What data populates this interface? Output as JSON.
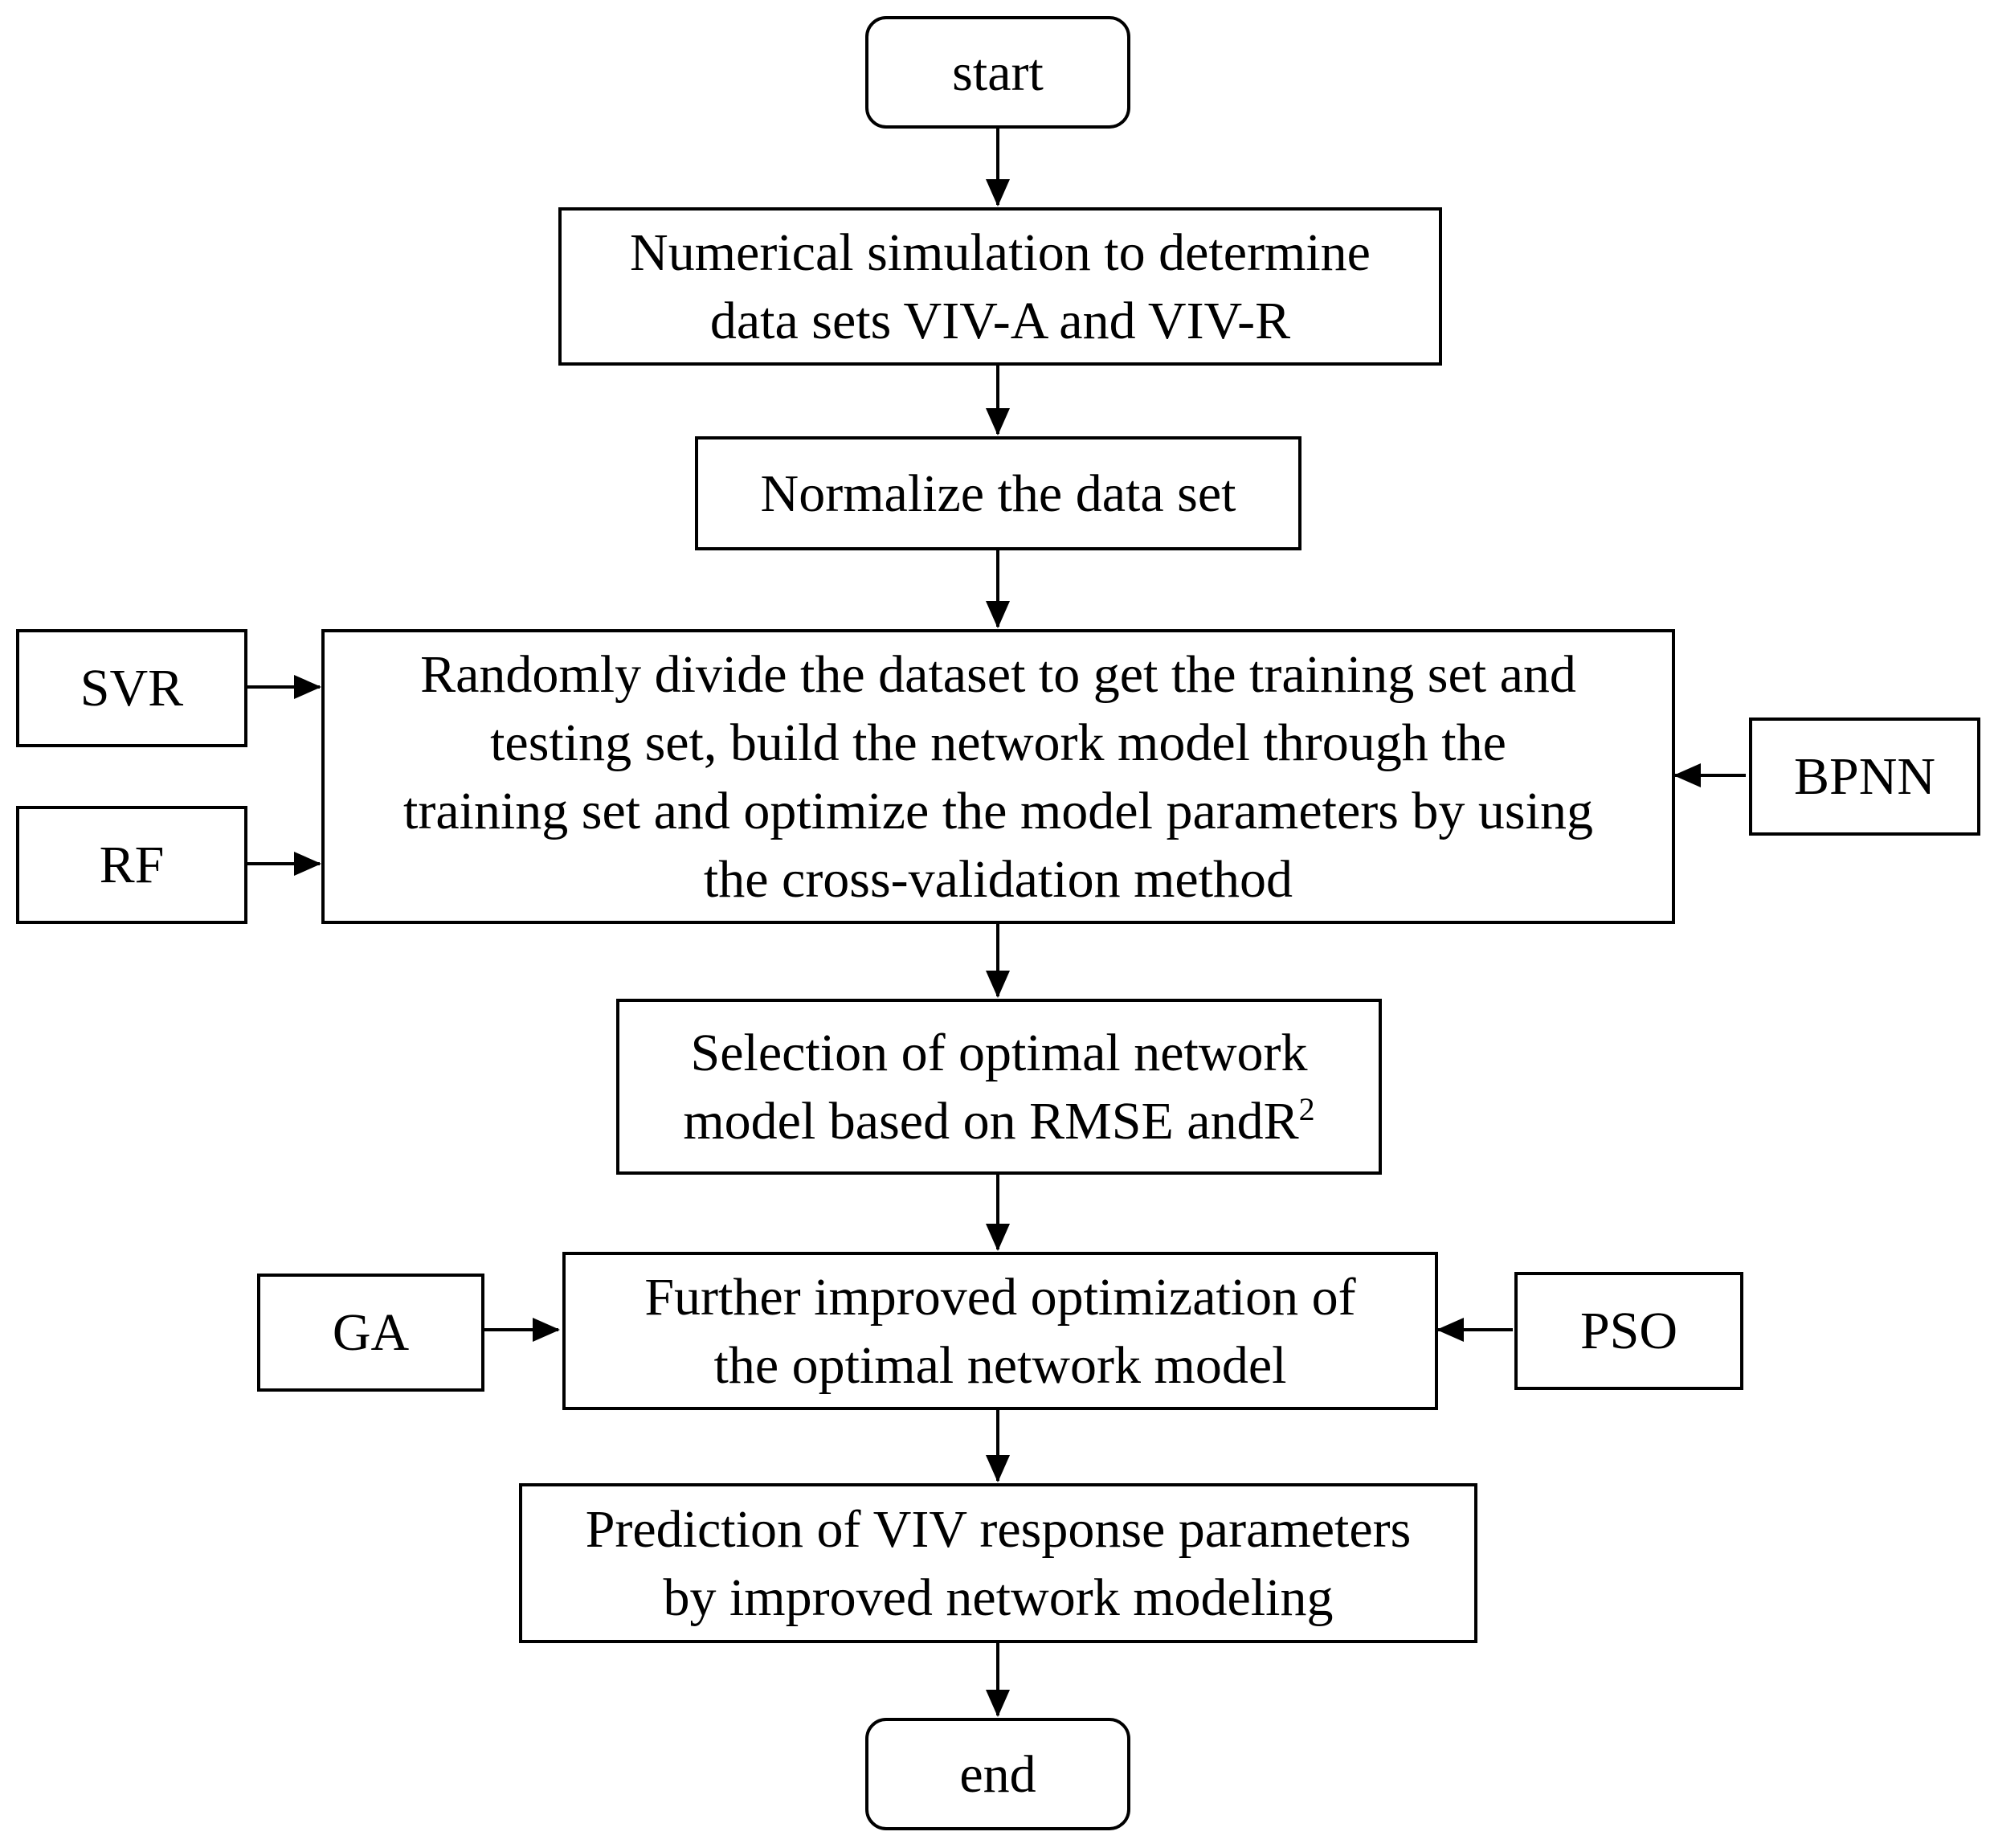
{
  "diagram": {
    "nodes": {
      "start": "start",
      "simulate": {
        "line1": "Numerical simulation to determine",
        "line2": "data sets VIV-A and VIV-R"
      },
      "normalize": "Normalize the data set",
      "divide": {
        "line1": "Randomly divide the dataset to get the training set and",
        "line2": "testing set, build the network model through the",
        "line3": "training set and optimize the model parameters by using",
        "line4": "the cross-validation method"
      },
      "svr": "SVR",
      "rf": "RF",
      "bpnn": "BPNN",
      "select": {
        "line1": "Selection of optimal network",
        "line2": "model based on RMSE andR",
        "sup": "2"
      },
      "improve": {
        "line1": "Further improved optimization of",
        "line2": "the optimal network model"
      },
      "ga": "GA",
      "pso": "PSO",
      "predict": {
        "line1": "Prediction of VIV response parameters",
        "line2": "by improved network modeling"
      },
      "end": "end"
    },
    "edges": [
      {
        "from": "start",
        "to": "simulate"
      },
      {
        "from": "simulate",
        "to": "normalize"
      },
      {
        "from": "normalize",
        "to": "divide"
      },
      {
        "from": "svr",
        "to": "divide"
      },
      {
        "from": "rf",
        "to": "divide"
      },
      {
        "from": "bpnn",
        "to": "divide"
      },
      {
        "from": "divide",
        "to": "select"
      },
      {
        "from": "select",
        "to": "improve"
      },
      {
        "from": "ga",
        "to": "improve"
      },
      {
        "from": "pso",
        "to": "improve"
      },
      {
        "from": "improve",
        "to": "predict"
      },
      {
        "from": "predict",
        "to": "end"
      }
    ]
  }
}
